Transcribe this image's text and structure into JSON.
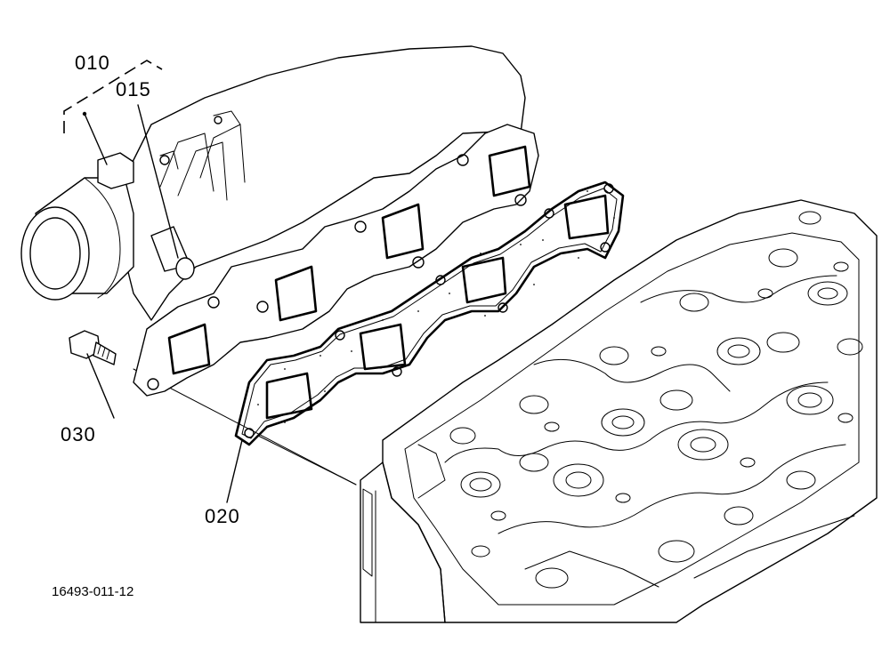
{
  "callouts": {
    "p010": "010",
    "p015": "015",
    "p020": "020",
    "p030": "030"
  },
  "figure_id": "16493-011-12",
  "colors": {
    "line": "#000000",
    "background": "#ffffff"
  }
}
